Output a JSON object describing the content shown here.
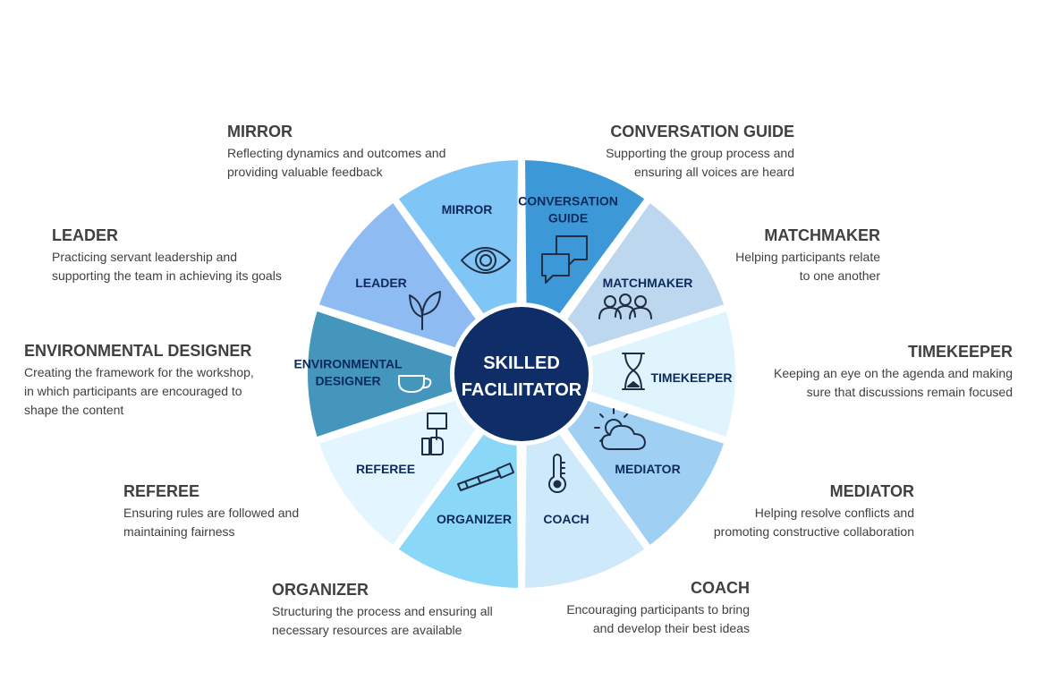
{
  "center": {
    "line1": "SKILLED",
    "line2": "FACILIITATOR"
  },
  "roles": [
    {
      "key": "conversation-guide",
      "wedge_lines": [
        "CONVERSATION",
        "GUIDE"
      ],
      "title": "CONVERSATION GUIDE",
      "desc_lines": [
        "Supporting the group process and",
        "ensuring all voices are heard"
      ],
      "icon": "chat-bubbles-icon",
      "color": "#3d98d8",
      "text_color": "#0d2a5c"
    },
    {
      "key": "matchmaker",
      "wedge_lines": [
        "MATCHMAKER"
      ],
      "title": "MATCHMAKER",
      "desc_lines": [
        "Helping participants relate",
        "to one another"
      ],
      "icon": "people-group-icon",
      "color": "#bdd7ee",
      "text_color": "#0d2a5c"
    },
    {
      "key": "timekeeper",
      "wedge_lines": [
        "TIMEKEEPER"
      ],
      "title": "TIMEKEEPER",
      "desc_lines": [
        "Keeping an eye on the agenda and making",
        "sure that discussions remain focused"
      ],
      "icon": "hourglass-icon",
      "color": "#dff4fd",
      "text_color": "#0d2a5c"
    },
    {
      "key": "mediator",
      "wedge_lines": [
        "MEDIATOR"
      ],
      "title": "MEDIATOR",
      "desc_lines": [
        "Helping resolve conflicts and",
        "promoting  constructive collaboration"
      ],
      "icon": "sun-cloud-icon",
      "color": "#9fd0f3",
      "text_color": "#0d2a5c"
    },
    {
      "key": "coach",
      "wedge_lines": [
        "COACH"
      ],
      "title": "COACH",
      "desc_lines": [
        "Encouraging participants to bring",
        "and develop their best ideas"
      ],
      "icon": "thermometer-icon",
      "color": "#cde9fa",
      "text_color": "#0d2a5c"
    },
    {
      "key": "organizer",
      "wedge_lines": [
        "ORGANIZER"
      ],
      "title": "ORGANIZER",
      "desc_lines": [
        "Structuring the process and ensuring all",
        "necessary resources are available"
      ],
      "icon": "telescope-icon",
      "color": "#8ad7f7",
      "text_color": "#0d2a5c"
    },
    {
      "key": "referee",
      "wedge_lines": [
        "REFEREE"
      ],
      "title": "REFEREE",
      "desc_lines": [
        "Ensuring rules are followed and",
        "maintaining fairness"
      ],
      "icon": "thumbs-up-sign-icon",
      "color": "#e3f5fe",
      "text_color": "#0d2a5c"
    },
    {
      "key": "environmental-designer",
      "wedge_lines": [
        "ENVIRONMENTAL",
        "DESIGNER"
      ],
      "title": "ENVIRONMENTAL DESIGNER",
      "desc_lines": [
        "Creating the framework for the workshop,",
        "in which participants are encouraged to",
        "shape the content"
      ],
      "icon": "coffee-cup-icon",
      "color": "#4596bd",
      "text_color": "#0d2a5c"
    },
    {
      "key": "leader",
      "wedge_lines": [
        "LEADER"
      ],
      "title": "LEADER",
      "desc_lines": [
        "Practicing servant leadership and",
        "supporting the team in achieving its goals"
      ],
      "icon": "leaves-icon",
      "color": "#8fbbf3",
      "text_color": "#0d2a5c"
    },
    {
      "key": "mirror",
      "wedge_lines": [
        "MIRROR"
      ],
      "title": "MIRROR",
      "desc_lines": [
        "Reflecting dynamics and outcomes and",
        "providing valuable feedback"
      ],
      "icon": "eye-icon",
      "color": "#7fc6f6",
      "text_color": "#0d2a5c"
    }
  ],
  "colors": {
    "center_fill": "#0f2d66",
    "icon_stroke": "#1f2d44",
    "description_text": "#404040"
  }
}
